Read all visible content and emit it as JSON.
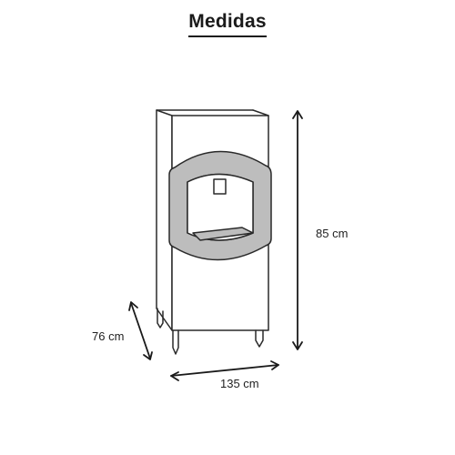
{
  "title": "Medidas",
  "dimensions": {
    "height": "85 cm",
    "depth": "76 cm",
    "width": "135 cm"
  }
}
